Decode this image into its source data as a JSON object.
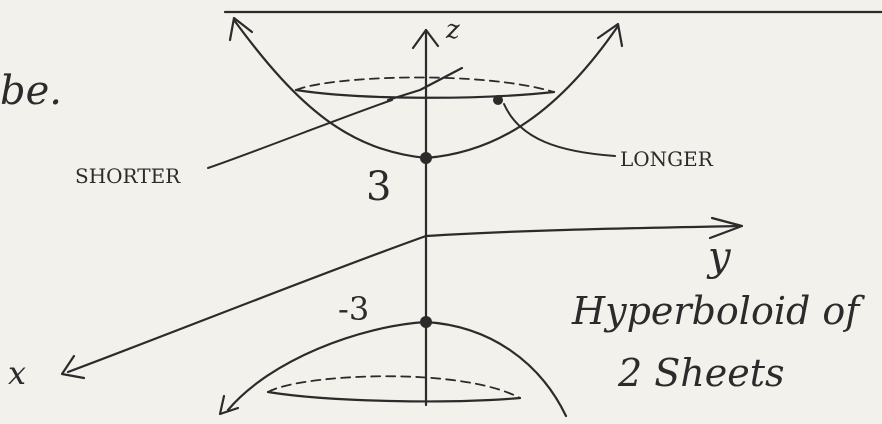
{
  "note_fragment": "be.",
  "axes": {
    "z": "z",
    "y": "y",
    "x": "x"
  },
  "points": {
    "top_vertex": "3",
    "bottom_vertex": "-3"
  },
  "callouts": {
    "shorter": "SHORTER",
    "longer": "LONGER"
  },
  "title": {
    "line1": "Hyperboloid of",
    "line2": "2 Sheets"
  },
  "colors": {
    "ink": "#2b2b2b",
    "paper": "#f3f1ec"
  }
}
